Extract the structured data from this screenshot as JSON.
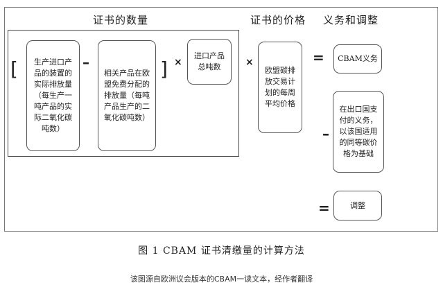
{
  "headers": {
    "quantity": "证书的数量",
    "price": "证书的价格",
    "obligation": "义务和调整"
  },
  "boxes": {
    "embedded_emissions": "生产进口产品的装置的实际排放量（每生产一吨产品的实际二氧化碳吨数）",
    "free_allocation": "相关产品在欧盟免费分配的排放量（每吨产品生产的二氧化碳吨数）",
    "import_tonnage": "进口产品总吨数",
    "eu_ets_price": "欧盟碳排放交易计划的每周平均价格",
    "cbam_obligation": "CBAM义务",
    "origin_carbon_price": "在出口国支付的义务，以该国适用的同等碳价格为基础",
    "adjustment": "调整"
  },
  "operators": {
    "bracket_open": "[",
    "bracket_close": "]",
    "minus": "–",
    "times": "×",
    "equals": "=",
    "minus_right": "–",
    "equals_bottom": "="
  },
  "caption": "图 1 CBAM 证书清缴量的计算方法",
  "source_note": "该图源自欧洲议会版本的CBAM一读文本，经作者翻译"
}
